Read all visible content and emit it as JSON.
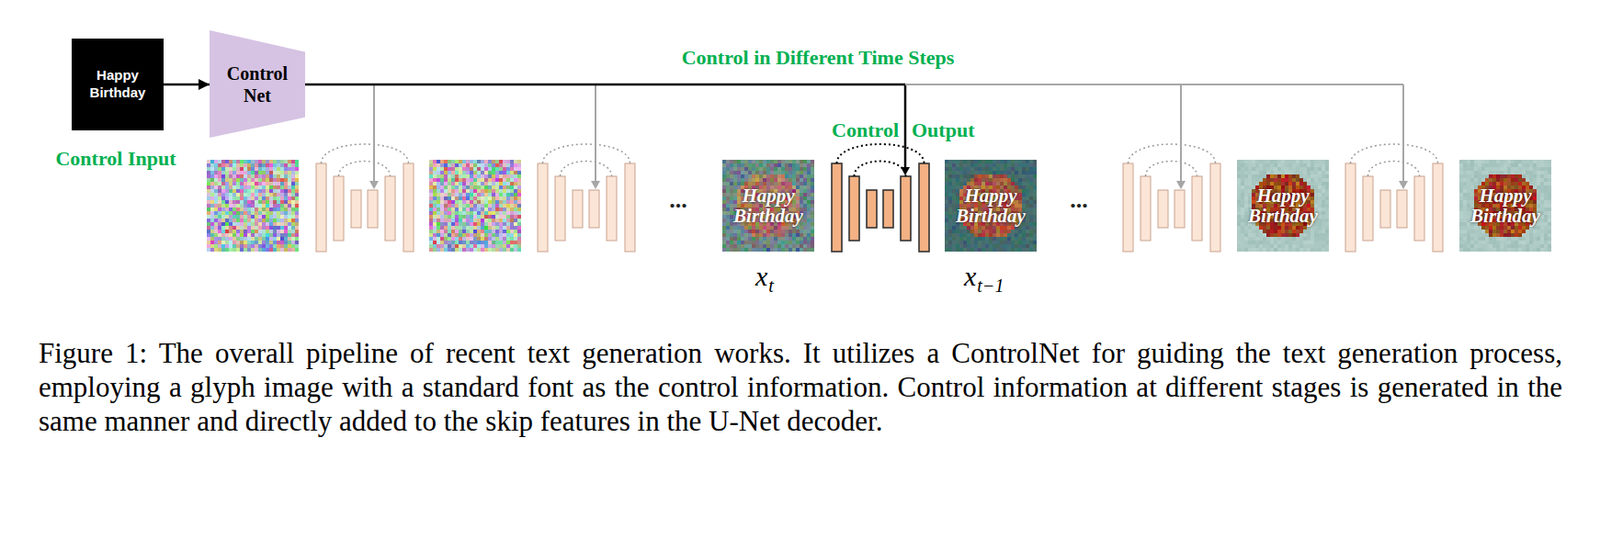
{
  "diagram": {
    "caption": "Figure 1: The overall pipeline of recent text generation works. It utilizes a ControlNet for guiding the text generation process, employing a glyph image with a standard font as the control information. Control information at different stages is generated in the same manner and directly added to the skip features in the U-Net decoder.",
    "nodes": [
      {
        "text": [
          "Happy Birthday"
        ]
      },
      {
        "text": [
          "Control Net"
        ]
      }
    ],
    "edges": [
      {
        "from": 0,
        "to": 1,
        "arrow": "to"
      }
    ],
    "labels": [
      "Control Input",
      "Control in Different Time Steps",
      "Control",
      "Output",
      "...",
      "...",
      "x",
      "t",
      "x",
      "t−1",
      "Happy Birthday",
      "Happy Birthday",
      "Happy Birthday",
      "Happy Birthday"
    ]
  }
}
